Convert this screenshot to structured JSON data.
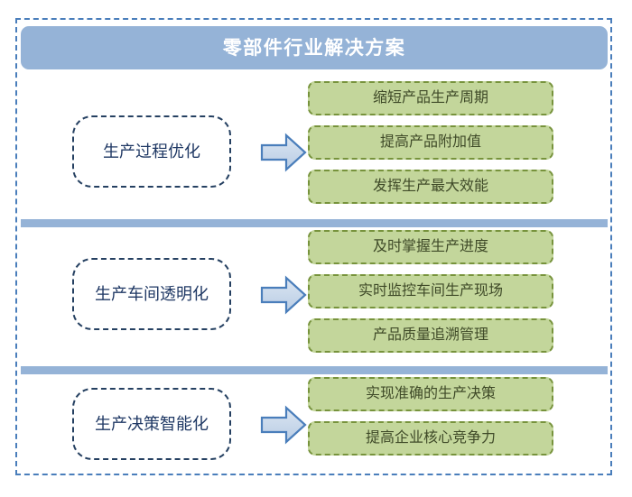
{
  "header": {
    "title": "零部件行业解决方案",
    "bar_color": "#95B3D7",
    "text_color": "#FFFFFF"
  },
  "frame": {
    "border_color": "#4A7EBB",
    "border_style": "dashed"
  },
  "palette": {
    "category_border": "#254061",
    "category_text": "#1F3864",
    "item_fill": "#C3D69B",
    "item_border": "#77933C",
    "item_text": "#3F4A28",
    "arrow_fill": "#C6D9F1",
    "arrow_border": "#4A7EBB",
    "divider": "#95B3D7"
  },
  "sections": [
    {
      "category": "生产过程优化",
      "arrow_icon": "right-block-arrow-icon",
      "items": [
        "缩短产品生产周期",
        "提高产品附加值",
        "发挥生产最大效能"
      ]
    },
    {
      "category": "生产车间透明化",
      "arrow_icon": "right-block-arrow-icon",
      "items": [
        "及时掌握生产进度",
        "实时监控车间生产现场",
        "产品质量追溯管理"
      ]
    },
    {
      "category": "生产决策智能化",
      "arrow_icon": "right-block-arrow-icon",
      "items": [
        "实现准确的生产决策",
        "提高企业核心竞争力"
      ]
    }
  ],
  "dividers": [
    {
      "name": "divider-after-section-1"
    },
    {
      "name": "divider-after-section-2"
    }
  ]
}
